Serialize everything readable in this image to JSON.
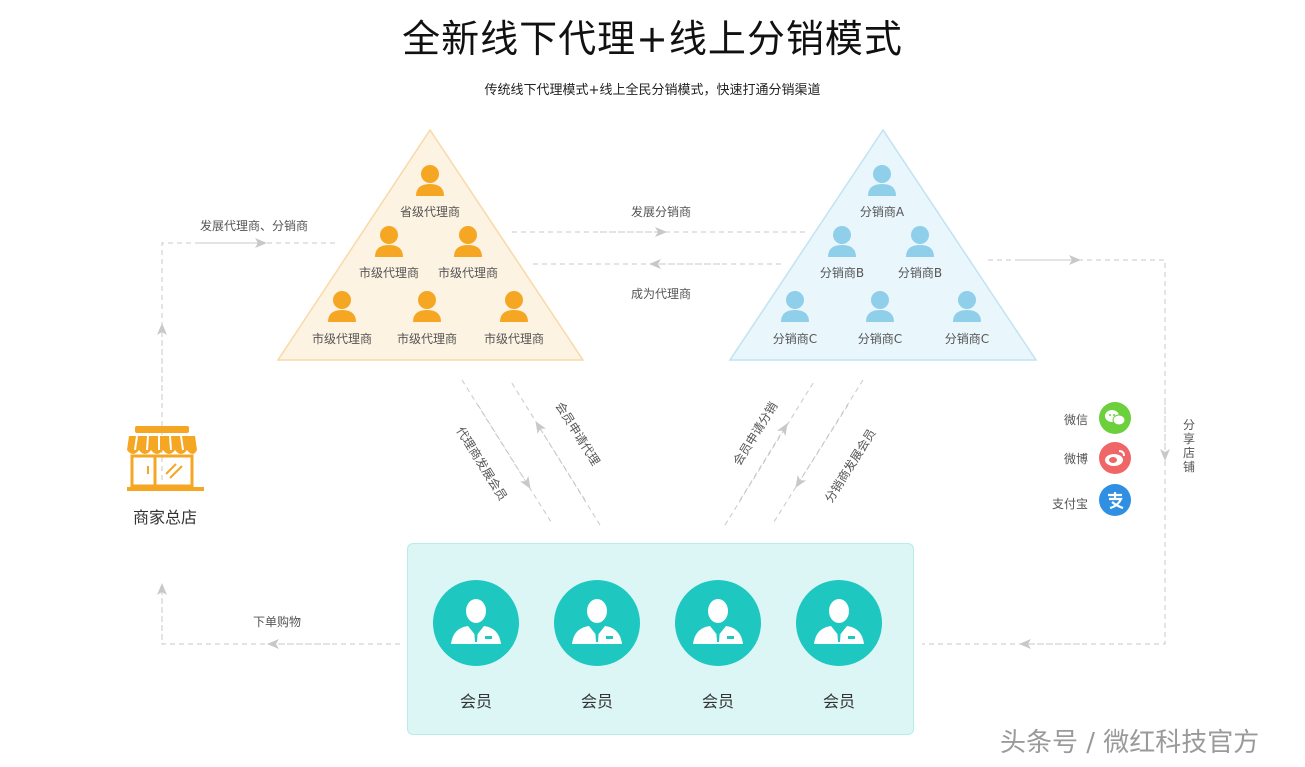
{
  "title": "全新线下代理+线上分销模式",
  "subtitle": "传统线下代理模式+线上全民分销模式，快速打通分销渠道",
  "colors": {
    "agent": "#f5a623",
    "agent_fill": "#fdf3e2",
    "distributor": "#8fcfea",
    "distributor_fill": "#e9f6fc",
    "member": "#1ec7c0",
    "member_box": "#dcf6f6",
    "line": "#c8c8c8"
  },
  "agent_triangle": {
    "top": "省级代理商",
    "middle": [
      "市级代理商",
      "市级代理商"
    ],
    "bottom": [
      "市级代理商",
      "市级代理商",
      "市级代理商"
    ]
  },
  "distributor_triangle": {
    "top": "分销商A",
    "middle": [
      "分销商B",
      "分销商B"
    ],
    "bottom": [
      "分销商C",
      "分销商C",
      "分销商C"
    ]
  },
  "flows": {
    "develop_agents": "发展代理商、分销商",
    "develop_distribution": "发展分销商",
    "become_agent": "成为代理商",
    "agent_develop_member": "代理商发展会员",
    "member_apply_agent": "会员申请代理",
    "member_apply_distribution": "会员申请分销",
    "distributor_develop_member": "分销商发展会员",
    "place_order": "下单购物",
    "share_store": "分享店铺"
  },
  "store": {
    "label": "商家总店",
    "icon": "storefront-icon"
  },
  "social": [
    {
      "label": "微信",
      "icon": "wechat-icon",
      "color": "#6ccf3c"
    },
    {
      "label": "微博",
      "icon": "weibo-icon",
      "color": "#f06565"
    },
    {
      "label": "支付宝",
      "icon": "alipay-icon",
      "color": "#2f90e3"
    }
  ],
  "members": [
    "会员",
    "会员",
    "会员",
    "会员"
  ],
  "watermark": "头条号 / 微红科技官方"
}
